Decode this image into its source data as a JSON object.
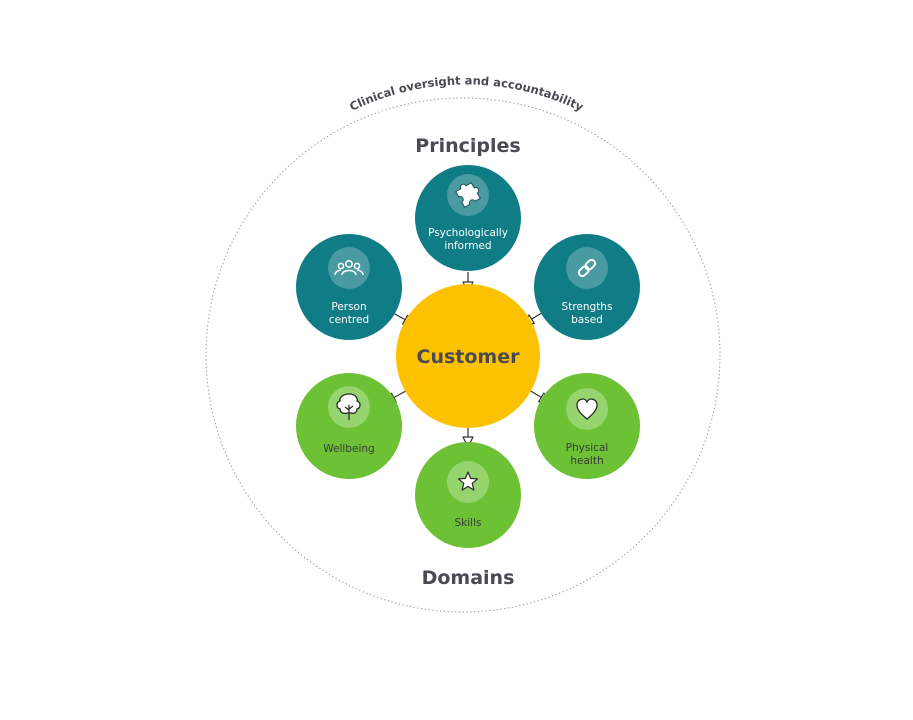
{
  "oversight_label": "Clinical oversight and accountability",
  "principles_heading": "Principles",
  "domains_heading": "Domains",
  "center_label": "Customer",
  "colors": {
    "principle": "#107c86",
    "principle_icon_bg": "#4a9aa1",
    "domain": "#6cc134",
    "domain_icon_bg": "#96d46d",
    "center": "#fcc200",
    "text_dark": "#4a4a52"
  },
  "principles": [
    {
      "id": "psychologically-informed",
      "lines": [
        "Psychologically",
        "informed"
      ],
      "icon": "puzzle-icon"
    },
    {
      "id": "person-centred",
      "lines": [
        "Person",
        "centred"
      ],
      "icon": "people-icon"
    },
    {
      "id": "strengths-based",
      "lines": [
        "Strengths",
        "based"
      ],
      "icon": "link-icon"
    }
  ],
  "domains": [
    {
      "id": "wellbeing",
      "lines": [
        "Wellbeing"
      ],
      "icon": "tree-icon"
    },
    {
      "id": "physical-health",
      "lines": [
        "Physical",
        "health"
      ],
      "icon": "heart-icon"
    },
    {
      "id": "skills",
      "lines": [
        "Skills"
      ],
      "icon": "star-icon"
    }
  ]
}
